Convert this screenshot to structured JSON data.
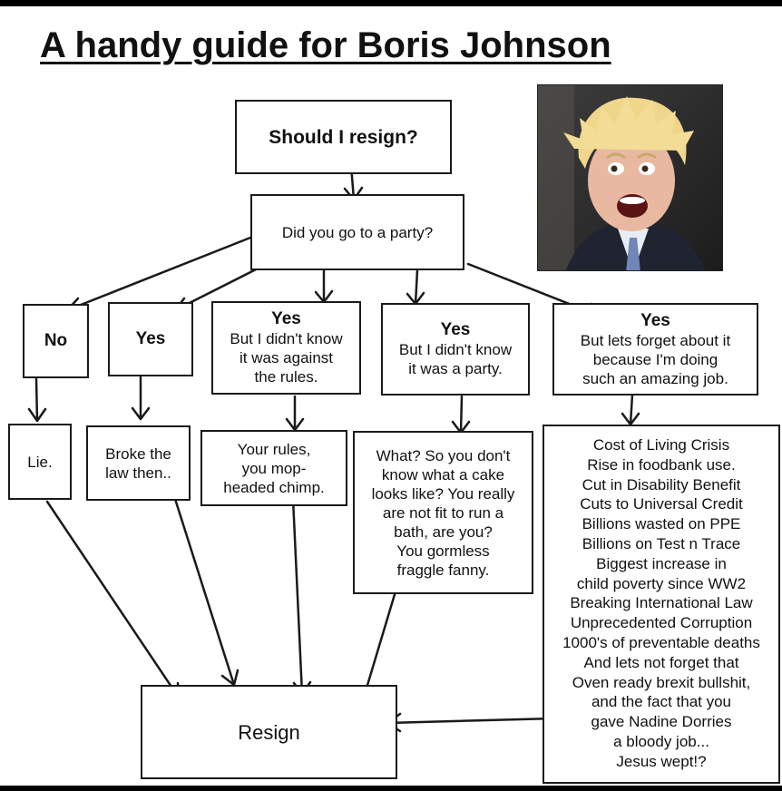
{
  "title": "A handy guide for Boris Johnson",
  "nodes": {
    "start": "Should I resign?",
    "party": "Did you go to a party?",
    "no": "No",
    "yes": "Yes",
    "yes_rules": {
      "head": "Yes",
      "text": "But I didn't know\nit was against\nthe rules."
    },
    "yes_party": {
      "head": "Yes",
      "text": "But I didn't know\nit was a party."
    },
    "yes_forget": {
      "head": "Yes",
      "text": "But lets forget about it\nbecause I'm doing\nsuch an amazing job."
    },
    "lie": "Lie.",
    "broke": "Broke the\nlaw then..",
    "your_rules": "Your rules,\nyou mop-\nheaded chimp.",
    "cake": "What? So you don't\nknow what a cake\nlooks like? You really\nare not fit to run a\nbath, are you?\nYou gormless\nfraggle fanny.",
    "list": "Cost of Living Crisis\nRise in foodbank use.\nCut in Disability Benefit\nCuts to Universal Credit\nBillions wasted on PPE\nBillions on Test n Trace\nBiggest increase in\nchild poverty since WW2\nBreaking International Law\nUnprecedented Corruption\n1000's of preventable deaths\nAnd lets not forget that\nOven ready brexit bullshit,\nand the fact that you\ngave Nadine Dorries\na bloody job...\nJesus wept!?",
    "resign": "Resign"
  }
}
